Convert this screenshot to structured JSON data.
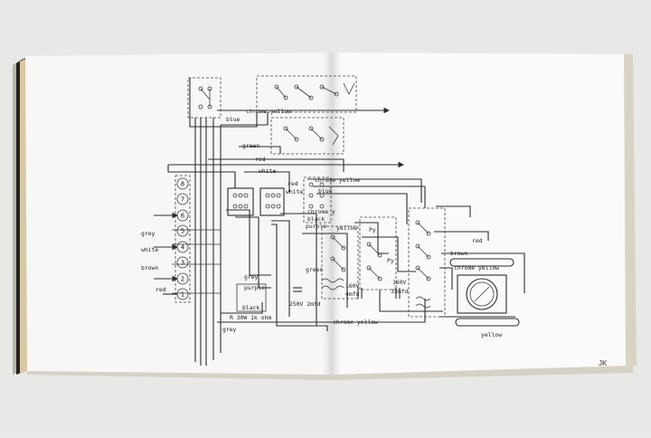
{
  "page": {
    "folio": "JK"
  },
  "terminal_numbers": [
    "8",
    "7",
    "6",
    "5",
    "4",
    "3",
    "2",
    "1"
  ],
  "labels": {
    "chrome_yellow_top": "chrome yellow",
    "blue_top": "blue",
    "green_top": "green",
    "red_mid": "red",
    "white_mid": "white",
    "red_right": "red",
    "chrome_yellow_right": "chrome yellow",
    "blue_right": "blue",
    "white_plug": "white",
    "chrome_yellow_small": "chrome y",
    "black_small": "black",
    "purple_small": "purple",
    "grey_left": "grey",
    "white_left": "white",
    "brown_left": "brown",
    "red_left": "red",
    "grey_lower": "grey",
    "purple_lower": "purple",
    "black_lower": "black",
    "resistor": "R 30W 1k ohm",
    "grey_bottom": "grey",
    "capacitor_left": "250V\n2mfd",
    "green_relay": "green",
    "yellow_relay": "yellow",
    "cap_160v_left": "160V",
    "cap_mfd_left": "4mfd",
    "cap_160v_right": "160V",
    "cap_mfd_right": "33mfd",
    "chrome_yellow_bottom": "chrome yellow",
    "red_far_right": "red",
    "brown_far_right": "brown",
    "chrome_yellow_lamp": "chrome yellow",
    "yellow_lamp": "yellow",
    "relay_top_right": "Py",
    "relay_mid_right": "Py"
  }
}
